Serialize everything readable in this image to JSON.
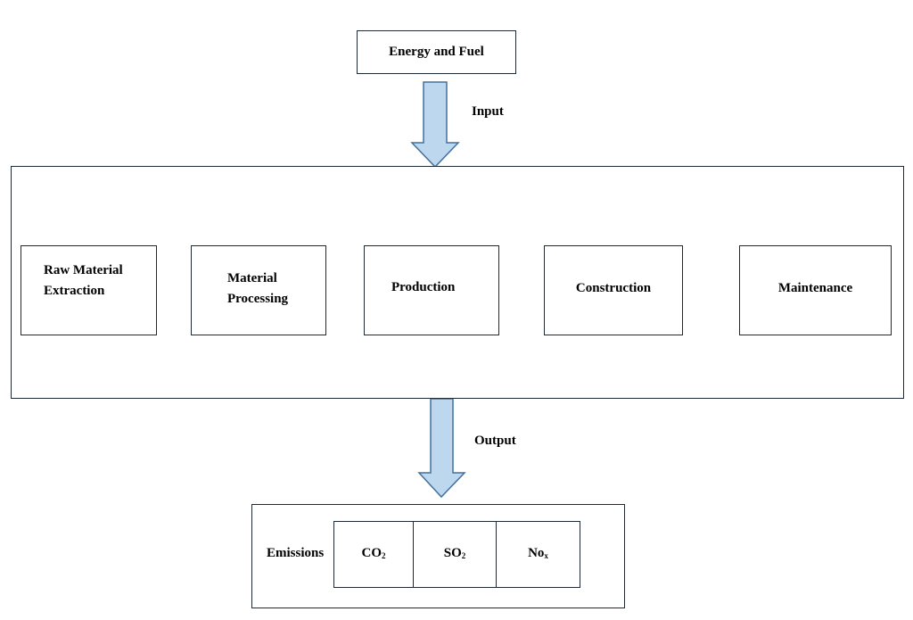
{
  "input_node": {
    "label": "Energy and Fuel"
  },
  "input_arrow": {
    "label": "Input"
  },
  "stages": [
    {
      "line1": "Raw Material",
      "line2": "Extraction"
    },
    {
      "line1": "Material",
      "line2": "Processing"
    },
    {
      "label": "Production"
    },
    {
      "label": "Construction"
    },
    {
      "label": "Maintenance"
    }
  ],
  "output_arrow": {
    "label": "Output"
  },
  "emissions": {
    "label": "Emissions",
    "items": [
      {
        "base": "CO",
        "sub": "2"
      },
      {
        "base": "SO",
        "sub": "2"
      },
      {
        "base": "No",
        "sub": "x"
      }
    ]
  },
  "colors": {
    "block_arrow_fill": "#bdd7ee",
    "block_arrow_stroke": "#41719c",
    "flow_arrow": "#4472c4",
    "box_border": "#1f2a36"
  }
}
